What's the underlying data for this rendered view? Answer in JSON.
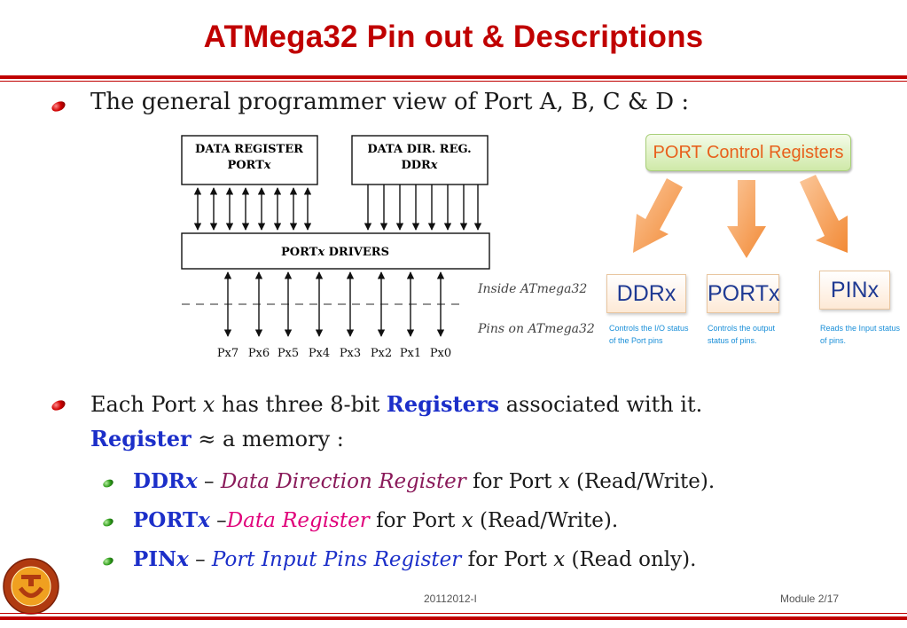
{
  "slide": {
    "title": "ATMega32 Pin out & Descriptions",
    "bullet1": "The general programmer view of Port A, B, C & D :",
    "bullet2": {
      "a": "Each Port ",
      "x": "x",
      "b": " has three 8-bit ",
      "registers": "Registers",
      "c": " associated with it."
    },
    "bullet2_line2": {
      "register": "Register",
      "rest": " ≈ a memory :"
    },
    "sub_items": [
      {
        "name": "DDR",
        "x": "x",
        "dash": " – ",
        "desc": "Data Direction Register",
        "tail_a": " for Port ",
        "tail_x": "x",
        "tail_b": " (Read/Write)."
      },
      {
        "name": "PORT",
        "x": "x",
        "dash": " –",
        "desc": "Data Register",
        "tail_a": " for Port ",
        "tail_x": "x",
        "tail_b": " (Read/Write)."
      },
      {
        "name": "PIN",
        "x": "x",
        "dash": " – ",
        "desc": "Port Input Pins Register",
        "tail_a": " for Port ",
        "tail_x": "x",
        "tail_b": " (Read only)."
      }
    ]
  },
  "diagram": {
    "data_register_line1": "DATA REGISTER",
    "data_register_line2": "PORTx",
    "data_dir_line1": "DATA DIR. REG.",
    "data_dir_line2": "DDRx",
    "drivers_label": "PORTx DRIVERS",
    "inside_label": "Inside ATmega32",
    "pins_label": "Pins on ATmega32",
    "pin_labels": [
      "Px7",
      "Px6",
      "Px5",
      "Px4",
      "Px3",
      "Px2",
      "Px1",
      "Px0"
    ]
  },
  "control": {
    "title": "PORT Control Registers",
    "registers": [
      {
        "name": "DDRx",
        "desc_line1": "Controls the I/O status",
        "desc_line2": "of the Port pins"
      },
      {
        "name": "PORTx",
        "desc_line1": "Controls the output",
        "desc_line2": "status of pins."
      },
      {
        "name": "PINx",
        "desc_line1": "Reads the Input status",
        "desc_line2": "of pins."
      }
    ]
  },
  "footer": {
    "center": "20112012-I",
    "right": "Module 2/17"
  },
  "colors": {
    "title": "#c00000",
    "keyword_blue": "#1c2fc9",
    "arrow_orange": "#f4944a",
    "control_text": "#e8601c"
  }
}
